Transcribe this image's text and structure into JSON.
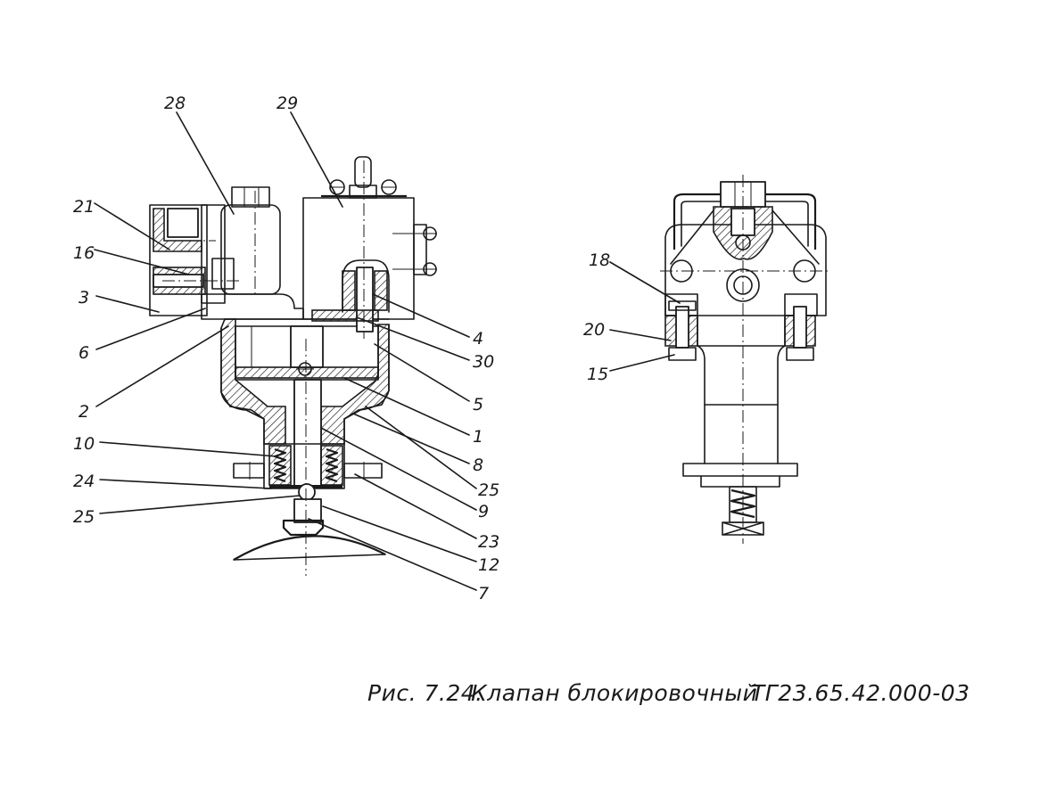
{
  "caption": {
    "figure_label": "Рис. 7.24.",
    "title": "Клапан блокировочный",
    "designation": "ТГ23.65.42.000-03"
  },
  "front_view": {
    "callouts": [
      {
        "id": "28",
        "label": "28"
      },
      {
        "id": "29",
        "label": "29"
      },
      {
        "id": "21",
        "label": "21"
      },
      {
        "id": "16",
        "label": "16"
      },
      {
        "id": "3",
        "label": "3"
      },
      {
        "id": "6",
        "label": "6"
      },
      {
        "id": "2",
        "label": "2"
      },
      {
        "id": "10",
        "label": "10"
      },
      {
        "id": "24",
        "label": "24"
      },
      {
        "id": "25a",
        "label": "25"
      },
      {
        "id": "4",
        "label": "4"
      },
      {
        "id": "30",
        "label": "30"
      },
      {
        "id": "5",
        "label": "5"
      },
      {
        "id": "1",
        "label": "1"
      },
      {
        "id": "8",
        "label": "8"
      },
      {
        "id": "25b",
        "label": "25"
      },
      {
        "id": "9",
        "label": "9"
      },
      {
        "id": "23",
        "label": "23"
      },
      {
        "id": "12",
        "label": "12"
      },
      {
        "id": "7",
        "label": "7"
      }
    ]
  },
  "side_view": {
    "callouts": [
      {
        "id": "18",
        "label": "18"
      },
      {
        "id": "20",
        "label": "20"
      },
      {
        "id": "15",
        "label": "15"
      }
    ]
  }
}
